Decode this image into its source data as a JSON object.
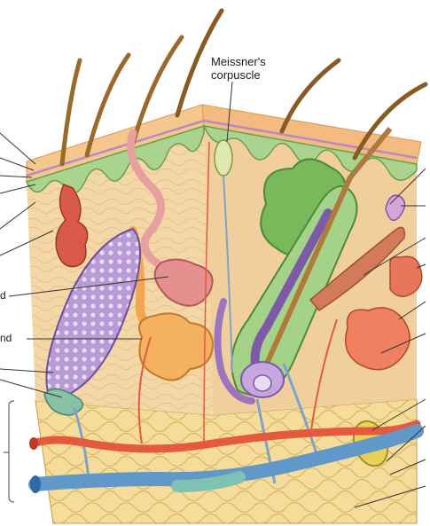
{
  "diagram": {
    "labels": {
      "meissner": "Meissner's\ncorpuscle",
      "partial_left_1": "d",
      "partial_left_2": "nd"
    }
  }
}
